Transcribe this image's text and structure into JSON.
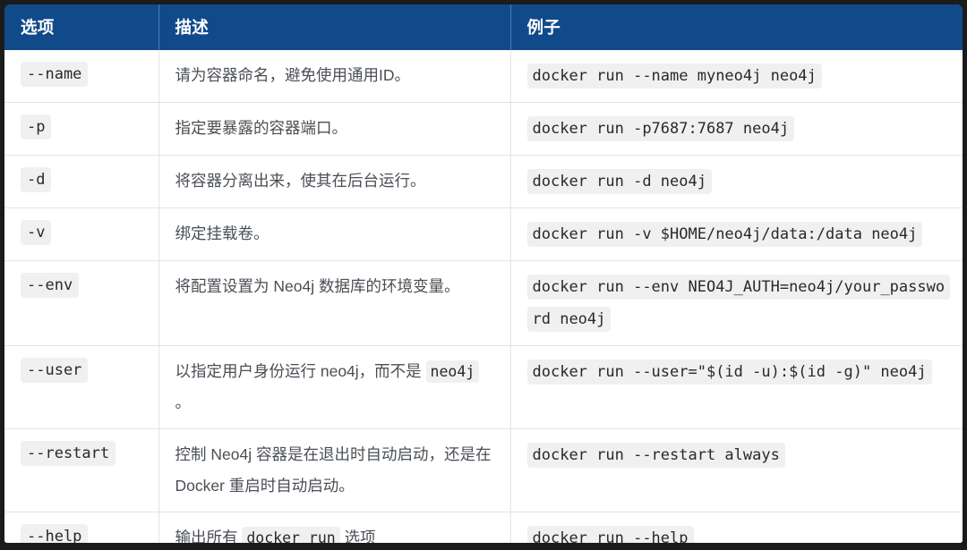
{
  "table": {
    "headers": {
      "option": "选项",
      "description": "描述",
      "example": "例子"
    },
    "colors": {
      "header_bg": "#114a8b",
      "header_text": "#ffffff",
      "row_bg": "#ffffff",
      "border": "#e4e4e6",
      "code_chip_bg": "#f0f0f1",
      "body_text": "#4a4f55",
      "page_bg": "#1b1b1b"
    },
    "rows": [
      {
        "option": "--name",
        "description_before": "请为容器命名，避免使用通用ID。",
        "description_code": "",
        "description_after": "",
        "example": "docker run --name myneo4j neo4j"
      },
      {
        "option": "-p",
        "description_before": "指定要暴露的容器端口。",
        "description_code": "",
        "description_after": "",
        "example": "docker run -p7687:7687 neo4j"
      },
      {
        "option": "-d",
        "description_before": "将容器分离出来，使其在后台运行。",
        "description_code": "",
        "description_after": "",
        "example": "docker run -d neo4j"
      },
      {
        "option": "-v",
        "description_before": "绑定挂载卷。",
        "description_code": "",
        "description_after": "",
        "example": "docker run -v $HOME/neo4j/data:/data neo4j"
      },
      {
        "option": "--env",
        "description_before": "将配置设置为 Neo4j 数据库的环境变量。",
        "description_code": "",
        "description_after": "",
        "example": "docker run --env NEO4J_AUTH=neo4j/your_password neo4j"
      },
      {
        "option": "--user",
        "description_before": "以指定用户身份运行 neo4j，而不是 ",
        "description_code": "neo4j",
        "description_after": " 。",
        "example": "docker run --user=\"$(id -u):$(id -g)\" neo4j"
      },
      {
        "option": "--restart",
        "description_before": "控制 Neo4j 容器是在退出时自动启动，还是在 Docker 重启时自动启动。",
        "description_code": "",
        "description_after": "",
        "example": "docker run --restart always"
      },
      {
        "option": "--help",
        "description_before": "输出所有 ",
        "description_code": "docker run",
        "description_after": " 选项",
        "example": "docker run --help"
      }
    ]
  }
}
